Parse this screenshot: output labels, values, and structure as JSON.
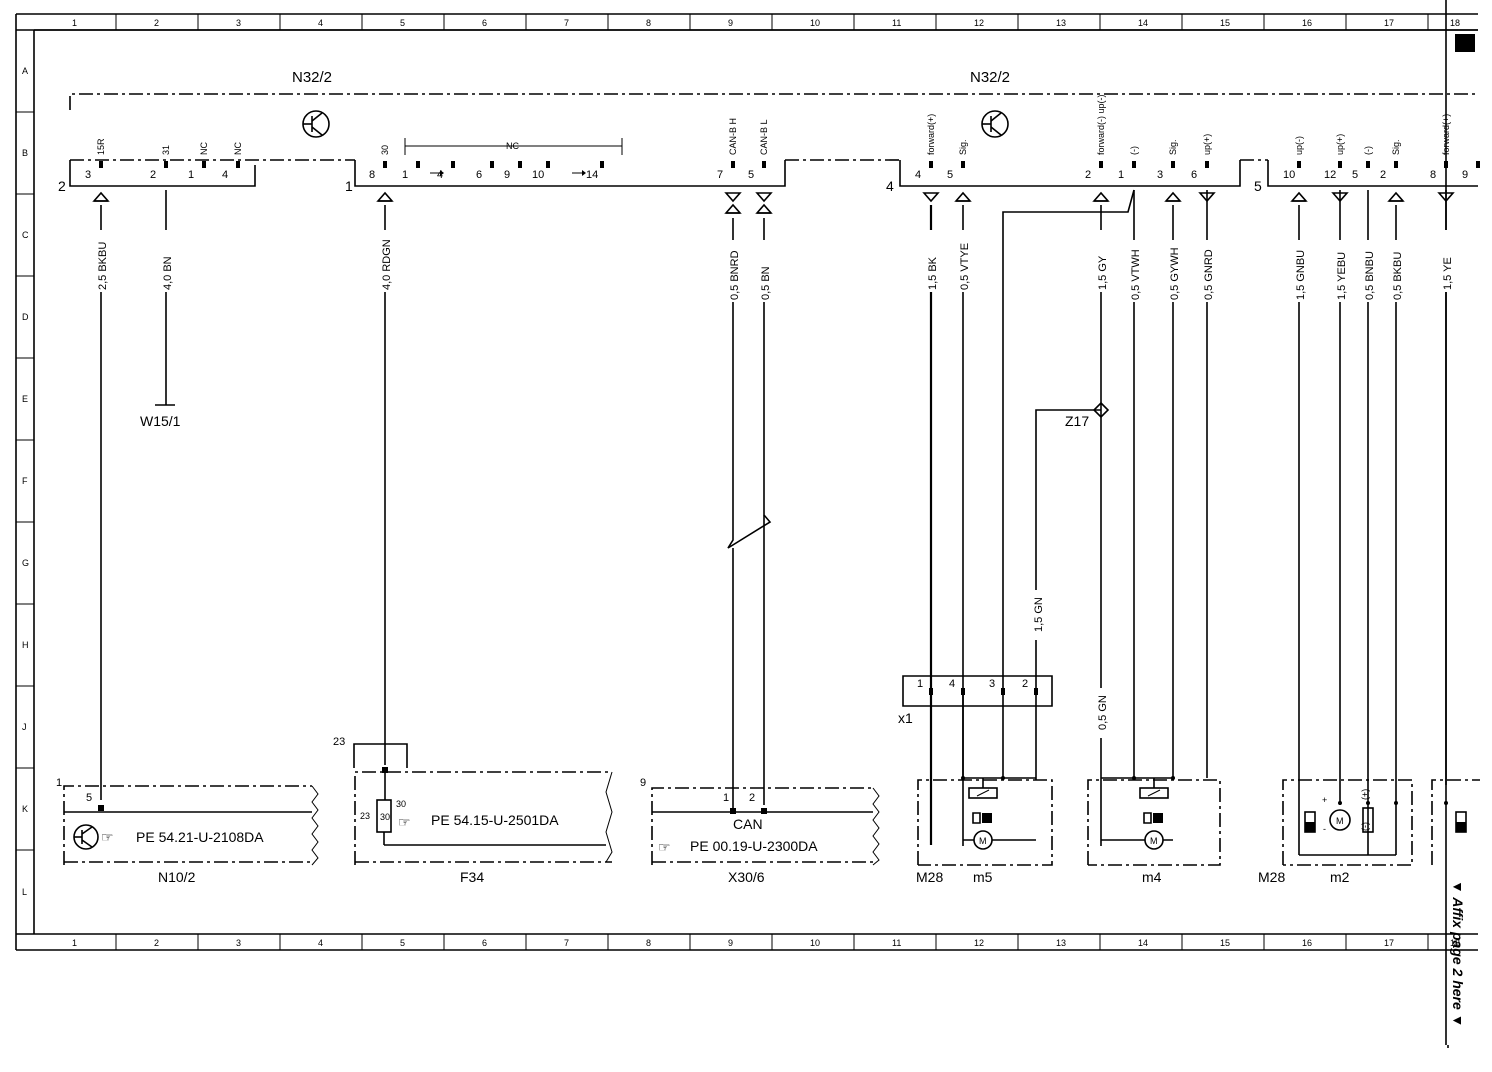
{
  "grid": {
    "columns": [
      "1",
      "2",
      "3",
      "4",
      "5",
      "6",
      "7",
      "8",
      "9",
      "10",
      "11",
      "12",
      "13",
      "14",
      "15",
      "16",
      "17",
      "18"
    ],
    "rows": [
      "A",
      "B",
      "C",
      "D",
      "E",
      "F",
      "G",
      "H",
      "J",
      "K",
      "L"
    ]
  },
  "components": {
    "n32_2_left": "N32/2",
    "n32_2_right": "N32/2",
    "w15_1": "W15/1",
    "z17": "Z17",
    "x1": "x1",
    "n10_2": "N10/2",
    "f34": "F34",
    "x30_6": "X30/6",
    "m28_a": "M28",
    "m5": "m5",
    "m4": "m4",
    "m28_b": "M28",
    "m2": "m2"
  },
  "connectors": {
    "c2": "2",
    "c1": "1",
    "c4": "4",
    "c5": "5",
    "n10_pin": "1",
    "f34_pin": "23",
    "x30_pin": "9"
  },
  "pins": [
    {
      "id": "p15r",
      "num": "3",
      "label": "15R"
    },
    {
      "id": "p31",
      "num": "2",
      "label": "31"
    },
    {
      "id": "pnc1",
      "num": "1",
      "label": "NC"
    },
    {
      "id": "pnc2",
      "num": "4",
      "label": "NC"
    },
    {
      "id": "p30",
      "num": "8",
      "label": "30"
    },
    {
      "id": "pb1",
      "num": "1",
      "label": ""
    },
    {
      "id": "pb4",
      "num": "4",
      "label": ""
    },
    {
      "id": "pb6",
      "num": "6",
      "label": ""
    },
    {
      "id": "pb9",
      "num": "9",
      "label": ""
    },
    {
      "id": "pb10",
      "num": "10",
      "label": ""
    },
    {
      "id": "pb14",
      "num": "14",
      "label": ""
    },
    {
      "id": "pcanh",
      "num": "7",
      "label": "CAN-B H"
    },
    {
      "id": "pcanl",
      "num": "5",
      "label": "CAN-B L"
    },
    {
      "id": "pfwdp",
      "num": "4",
      "label": "forward(+)"
    },
    {
      "id": "psig1",
      "num": "5",
      "label": "Sig."
    },
    {
      "id": "pfwdm",
      "num": "2",
      "label": "forward(-) up(-)"
    },
    {
      "id": "pminus",
      "num": "1",
      "label": "(-)"
    },
    {
      "id": "psig2",
      "num": "3",
      "label": "Sig."
    },
    {
      "id": "pupp",
      "num": "6",
      "label": "up(+)"
    },
    {
      "id": "pupm2",
      "num": "10",
      "label": "up(-)"
    },
    {
      "id": "pupp2",
      "num": "12",
      "label": "up(+)"
    },
    {
      "id": "pminus2",
      "num": "5",
      "label": "(-)"
    },
    {
      "id": "psig3",
      "num": "2",
      "label": "Sig."
    },
    {
      "id": "pfwdp2",
      "num": "8",
      "label": "forward(+)"
    },
    {
      "id": "pedge",
      "num": "9",
      "label": ""
    }
  ],
  "nc_label": "NC",
  "wires": [
    {
      "id": "w1",
      "label": "2,5 BKBU"
    },
    {
      "id": "w2",
      "label": "4,0 BN"
    },
    {
      "id": "w3",
      "label": "4,0 RDGN"
    },
    {
      "id": "w4",
      "label": "0,5 BNRD"
    },
    {
      "id": "w5",
      "label": "0,5 BN"
    },
    {
      "id": "w6",
      "label": "1,5 BK"
    },
    {
      "id": "w7",
      "label": "0,5 VTYE"
    },
    {
      "id": "w8",
      "label": "1,5 GY"
    },
    {
      "id": "w9",
      "label": "0,5 VTWH"
    },
    {
      "id": "w10",
      "label": "0,5 GYWH"
    },
    {
      "id": "w11",
      "label": "0,5 GNRD"
    },
    {
      "id": "w12",
      "label": "1,5 GNBU"
    },
    {
      "id": "w13",
      "label": "1,5 YEBU"
    },
    {
      "id": "w14",
      "label": "0,5 BNBU"
    },
    {
      "id": "w15",
      "label": "0,5 BKBU"
    },
    {
      "id": "w16",
      "label": "1,5 YE"
    },
    {
      "id": "w17",
      "label": "1,5 GN"
    },
    {
      "id": "w18",
      "label": "0,5 GN"
    }
  ],
  "x1_pins": [
    "1",
    "4",
    "3",
    "2"
  ],
  "n10_pin_num": "5",
  "f34_inner": {
    "pin30": "30",
    "pin23": "23",
    "box": "30"
  },
  "x30_pins": [
    "1",
    "2"
  ],
  "can_label": "CAN",
  "refs": {
    "n10": "PE 54.21-U-2108DA",
    "f34": "PE 54.15-U-2501DA",
    "x30": "PE 00.19-U-2300DA"
  },
  "motor_label": "M",
  "m2_signs": {
    "plus1": "+",
    "minus1": "-",
    "plus2": "(+)",
    "minus2": "(-)"
  },
  "affix": "▼ Affix page 2 here ▼"
}
